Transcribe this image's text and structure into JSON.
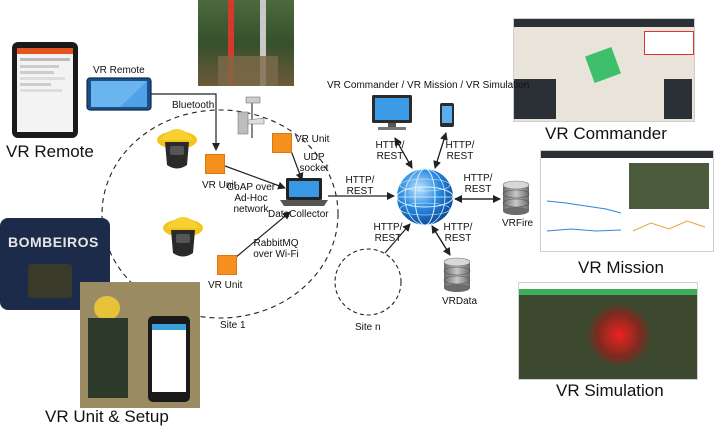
{
  "labels": {
    "vr_remote_device": "VR Remote",
    "bluetooth": "Bluetooth",
    "vr_unit_top": "VR Unit",
    "vr_unit_bottom": "VR Unit",
    "vr_unit_center": "VR Unit",
    "coap_line1": "CoAP over",
    "coap_line2": "Ad-Hoc",
    "coap_line3": "network",
    "udp_line1": "UDP",
    "udp_line2": "socket",
    "rabbitmq_line1": "RabbitMQ",
    "rabbitmq_line2": "over Wi-Fi",
    "datacollector": "DataCollector",
    "site1": "Site 1",
    "siten": "Site n",
    "http_collector_1": "HTTP/",
    "http_collector_2": "REST",
    "http_cmd_1": "HTTP/",
    "http_cmd_2": "REST",
    "http_mobile_1": "HTTP/",
    "http_mobile_2": "REST",
    "http_fire_1": "HTTP/",
    "http_fire_2": "REST",
    "http_siten_1": "HTTP/",
    "http_siten_2": "REST",
    "http_data_1": "HTTP/",
    "http_data_2": "REST",
    "clients_header": "VR Commander / VR Mission / VR Simulation",
    "vrfire": "VRFire",
    "vrdata": "VRData"
  },
  "captions": {
    "vr_remote": "VR Remote",
    "vr_commander": "VR Commander",
    "vr_mission": "VR Mission",
    "vr_simulation": "VR Simulation",
    "vr_unit_setup": "VR Unit & Setup"
  },
  "photo_text": {
    "bombeiros": "BOMBEIROS"
  },
  "colors": {
    "unit_orange": "#f5901e",
    "globe_blue": "#1f7fd6",
    "laptop_blue": "#2f8fe0",
    "arrow": "#222222"
  }
}
